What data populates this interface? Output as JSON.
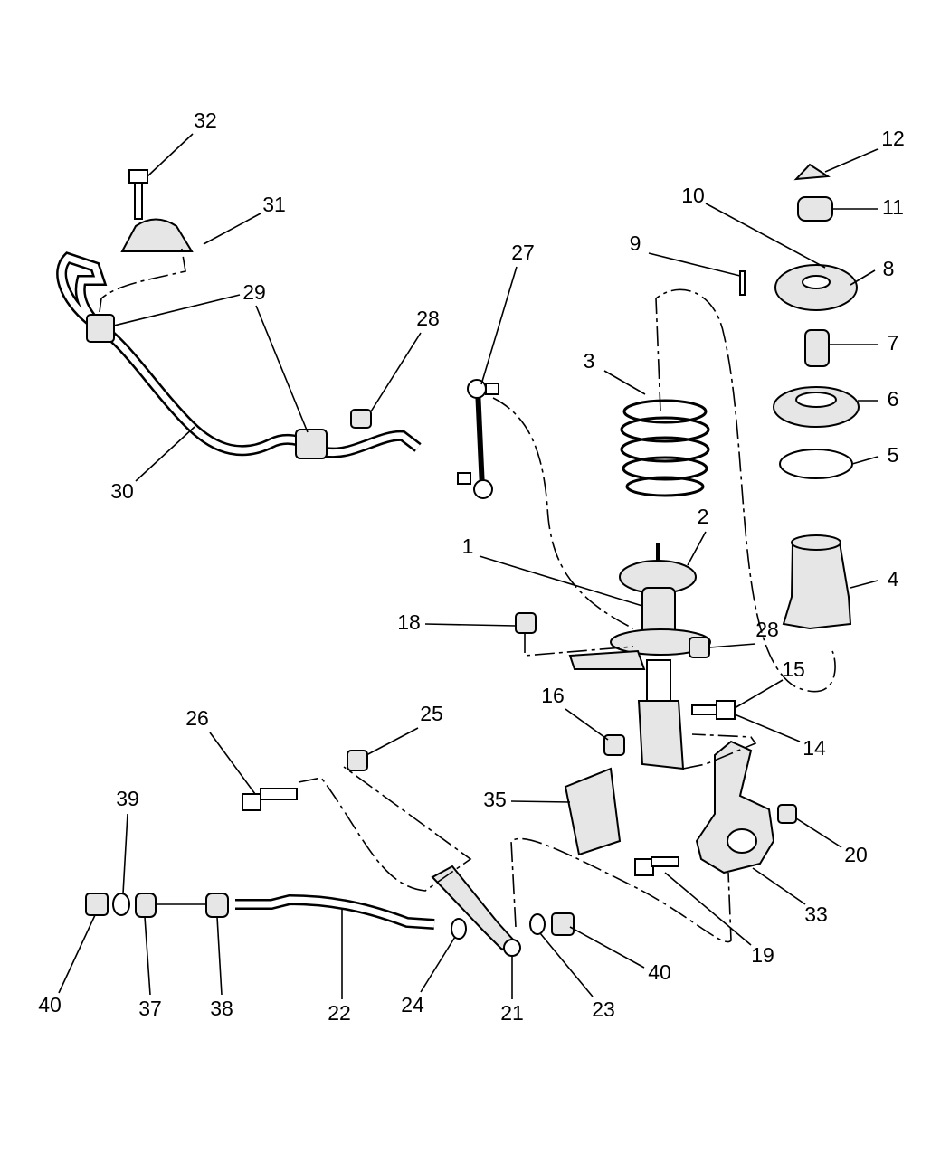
{
  "callouts": {
    "c1": "1",
    "c2": "2",
    "c3": "3",
    "c4": "4",
    "c5": "5",
    "c6": "6",
    "c7": "7",
    "c8": "8",
    "c9": "9",
    "c10": "10",
    "c11": "11",
    "c12": "12",
    "c14": "14",
    "c15": "15",
    "c16": "16",
    "c18": "18",
    "c19": "19",
    "c20": "20",
    "c21": "21",
    "c22": "22",
    "c23": "23",
    "c24": "24",
    "c25": "25",
    "c26": "26",
    "c27": "27",
    "c28a": "28",
    "c28b": "28",
    "c29": "29",
    "c30": "30",
    "c31": "31",
    "c32": "32",
    "c33": "33",
    "c35": "35",
    "c37": "37",
    "c38": "38",
    "c39": "39",
    "c40a": "40",
    "c40b": "40"
  }
}
